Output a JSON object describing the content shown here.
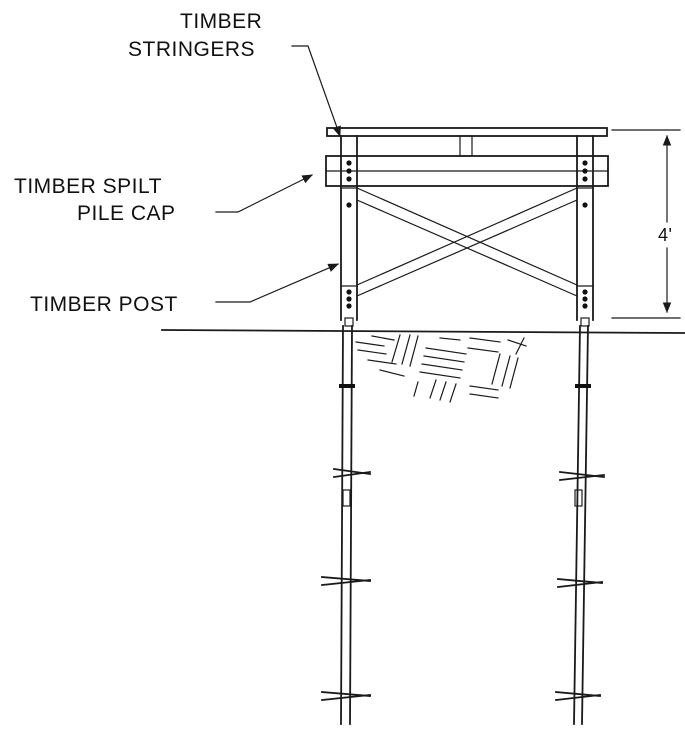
{
  "labels": {
    "stringers_line1": "TIMBER",
    "stringers_line2": "STRINGERS",
    "cap_line1": "TIMBER SPILT",
    "cap_line2": "PILE CAP",
    "post": "TIMBER POST",
    "height_dim": "4'"
  },
  "colors": {
    "ink": "#1a1a1a",
    "background": "#ffffff"
  }
}
